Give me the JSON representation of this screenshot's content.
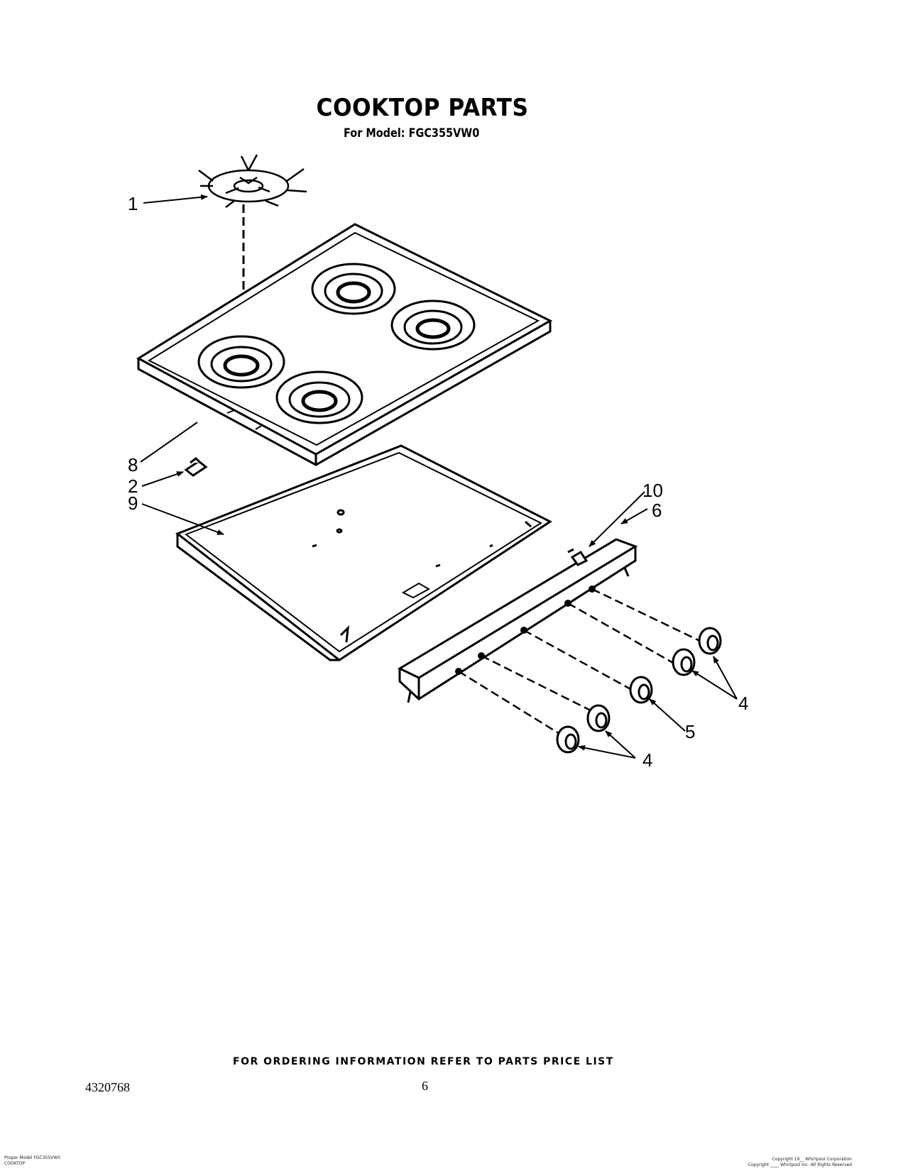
{
  "header": {
    "title": "COOKTOP PARTS",
    "model_line": "For Model: FGC355VW0"
  },
  "callouts": [
    "1",
    "8",
    "2",
    "9",
    "10",
    "6",
    "4",
    "5",
    "4"
  ],
  "footer": {
    "ordering_note": "FOR ORDERING INFORMATION REFER TO PARTS PRICE LIST",
    "document_number": "4320768",
    "page_number": "6",
    "left_fine_print": [
      "Proper Model FGC355VW0",
      "COOKTOP"
    ],
    "right_fine_print": [
      "Copyright 19__ Whirlpool Corporation",
      "Copyright ____ Whirlpool Inc. All Rights Reserved"
    ]
  }
}
